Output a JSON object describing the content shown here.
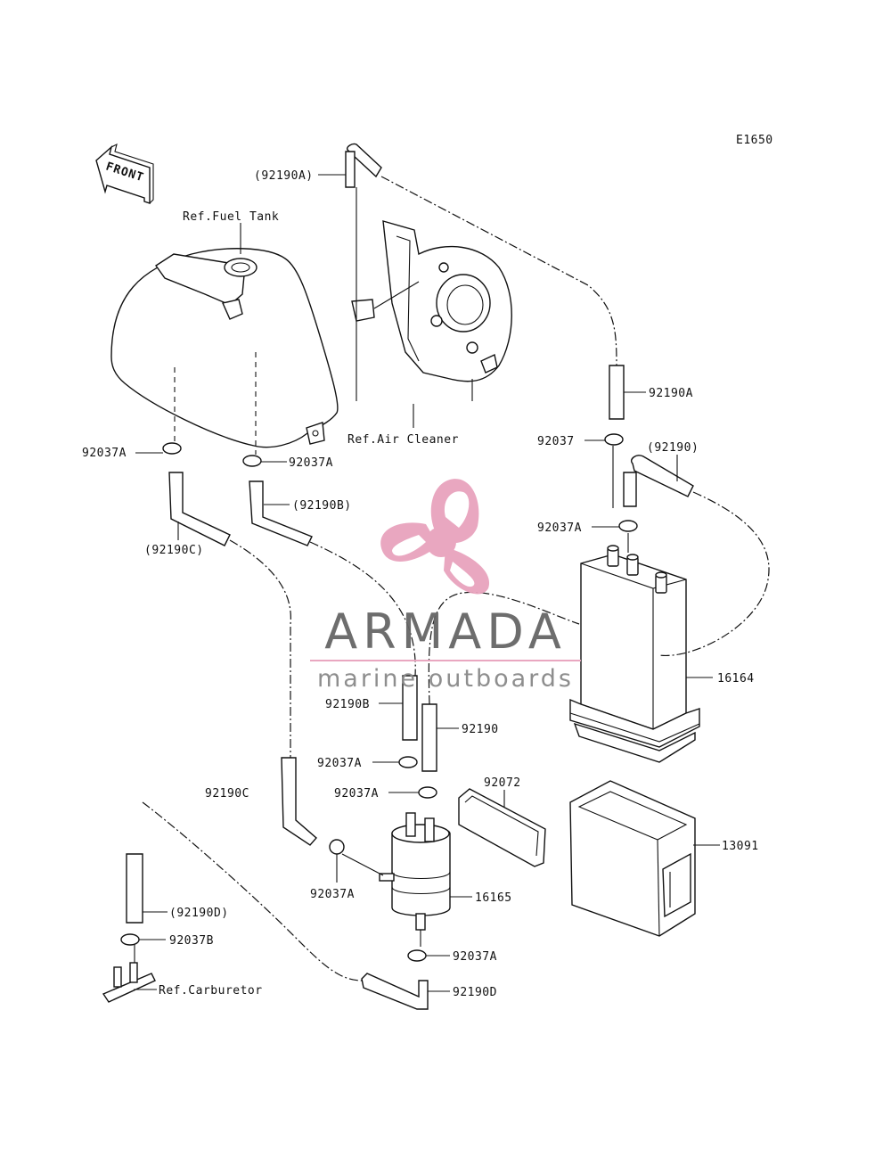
{
  "diagram_code": "E1650",
  "front_arrow_text": "FRONT",
  "callouts": {
    "hose_a_top": "(92190A)",
    "hose_a": "92190A",
    "clamp_92037": "92037",
    "hose_92190_top": "(92190)",
    "clamp_a_canister_top": "92037A",
    "canister": "16164",
    "ref_fuel_tank": "Ref.Fuel Tank",
    "ref_air_cleaner": "Ref.Air Cleaner",
    "clamp_a_tank_left": "92037A",
    "clamp_a_tank_right": "92037A",
    "hose_b_top": "(92190B)",
    "hose_c_top": "(92190C)",
    "hose_b": "92190B",
    "hose_92190": "92190",
    "clamp_a_mid": "92037A",
    "clamp_a_filter_top": "92037A",
    "bracket": "92072",
    "hose_c": "92190C",
    "clamp_a_filter_left": "92037A",
    "filter": "16165",
    "holder": "13091",
    "hose_d_top": "(92190D)",
    "clamp_b": "92037B",
    "clamp_a_bottom": "92037A",
    "ref_carburetor": "Ref.Carburetor",
    "hose_d": "92190D"
  },
  "watermark": {
    "brand": "ARMADA",
    "tagline": "marine outboards",
    "colors": {
      "logo": "#e8a3bd",
      "text": "#666666"
    }
  }
}
